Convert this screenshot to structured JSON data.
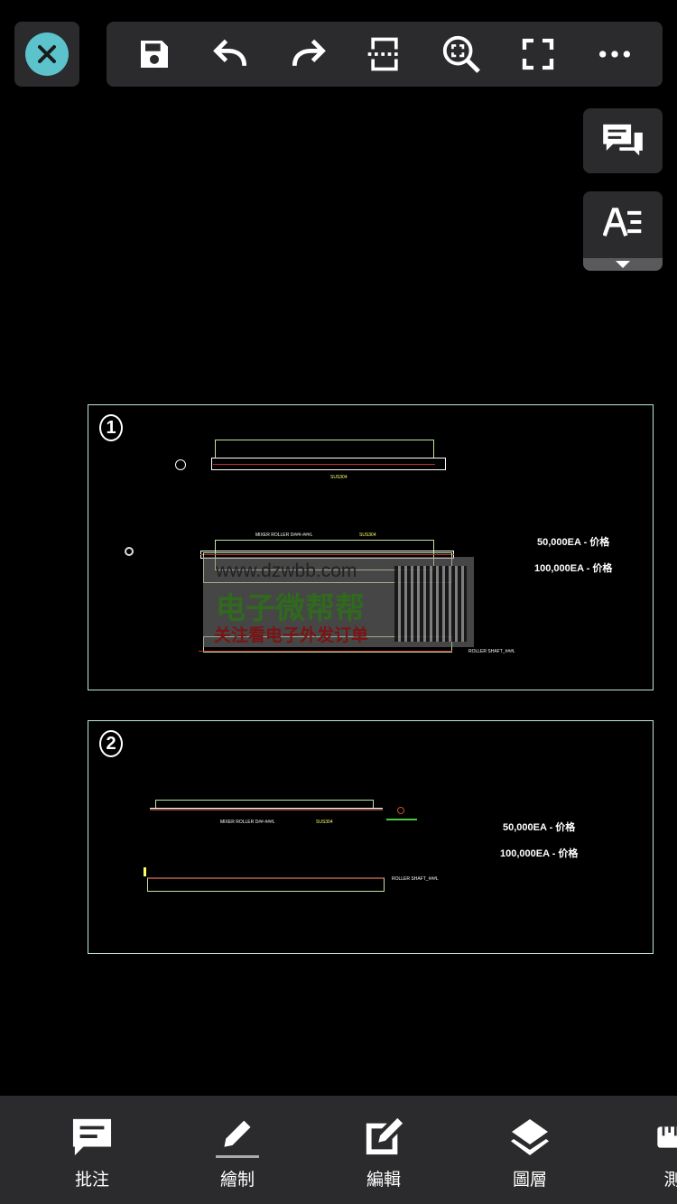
{
  "toolbar": {
    "icons": [
      "save-icon",
      "undo-icon",
      "redo-icon",
      "crop-icon",
      "zoom-icon",
      "fullscreen-icon",
      "more-icon"
    ]
  },
  "drawing": {
    "sheet1": {
      "number": "1",
      "price1": "50,000EA - 价格",
      "price2": "100,000EA - 价格",
      "material": "SUS304",
      "part1": "MIXER ROLLER D###-###L",
      "part2": "ROLLER SHAFT_###L"
    },
    "sheet2": {
      "number": "2",
      "price1": "50,000EA - 价格",
      "price2": "100,000EA - 价格",
      "material": "SUS304",
      "part1": "MIXER ROLLER D##-###L",
      "part2": "ROLLER SHAFT_###L"
    },
    "watermark": {
      "url": "www.dzwbb.com",
      "title": "电子微帮帮",
      "subtitle": "关注看电子外发订单"
    }
  },
  "bottom_nav": [
    {
      "label": "批注"
    },
    {
      "label": "繪制"
    },
    {
      "label": "編輯"
    },
    {
      "label": "圖層"
    },
    {
      "label": "測"
    }
  ]
}
